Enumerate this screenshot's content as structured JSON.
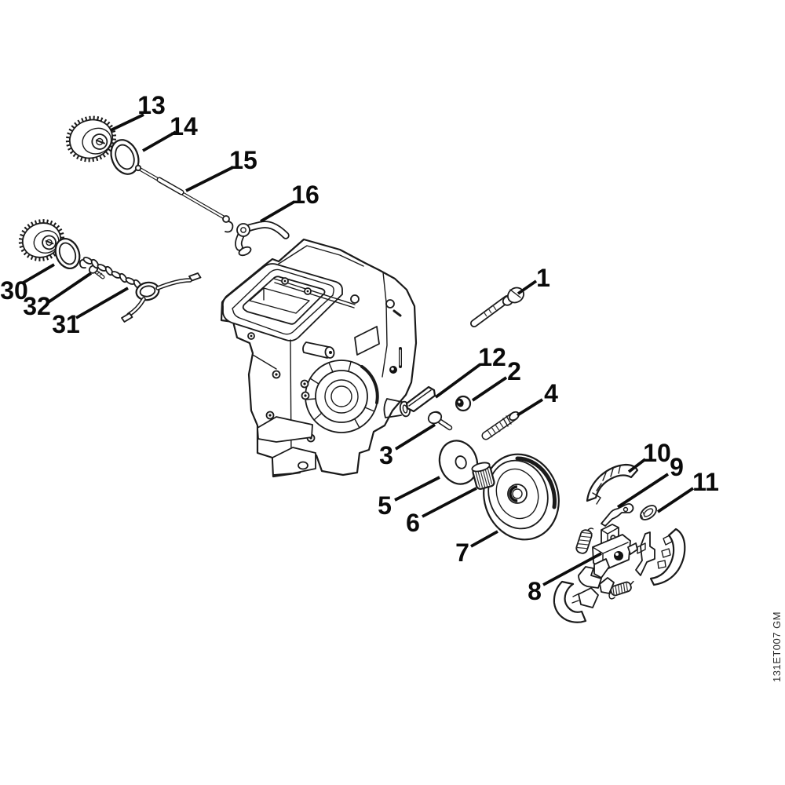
{
  "figure": {
    "watermark": "131ET007 GM",
    "paper_color": "#ffffff",
    "ink_color": "#111111"
  },
  "callouts": {
    "p1": {
      "label": "1"
    },
    "p2": {
      "label": "2"
    },
    "p3": {
      "label": "3"
    },
    "p4": {
      "label": "4"
    },
    "p5": {
      "label": "5"
    },
    "p6": {
      "label": "6"
    },
    "p7": {
      "label": "7"
    },
    "p8": {
      "label": "8"
    },
    "p9": {
      "label": "9"
    },
    "p10": {
      "label": "10"
    },
    "p11": {
      "label": "11"
    },
    "p12": {
      "label": "12"
    },
    "p13": {
      "label": "13"
    },
    "p14": {
      "label": "14"
    },
    "p15": {
      "label": "15"
    },
    "p16": {
      "label": "16"
    },
    "p30": {
      "label": "30"
    },
    "p31": {
      "label": "31"
    },
    "p32": {
      "label": "32"
    }
  }
}
